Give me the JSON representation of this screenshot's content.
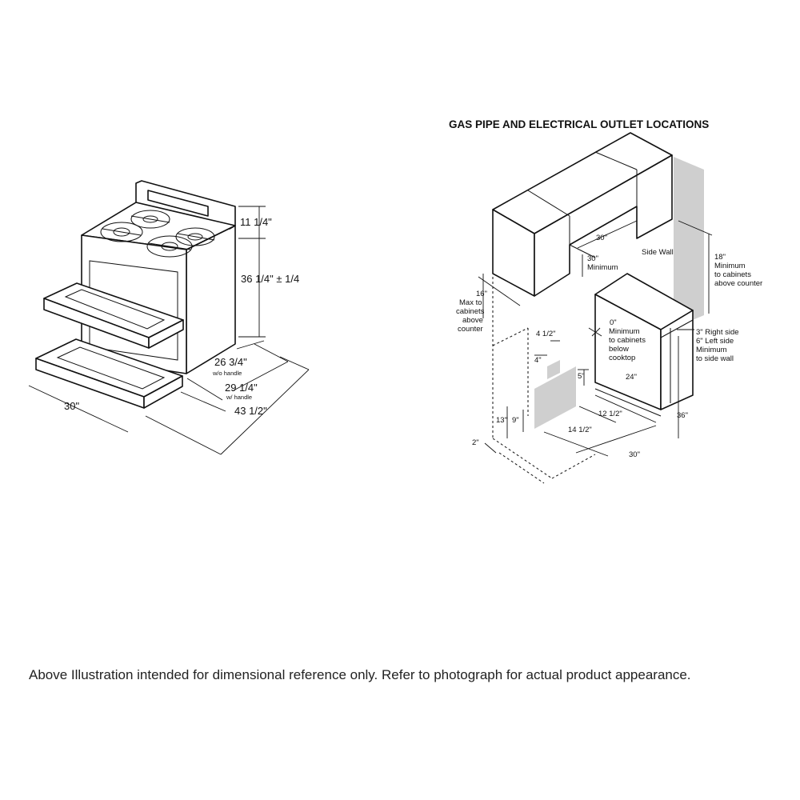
{
  "range": {
    "dims": {
      "backguard": "11 1/4\"",
      "height": "36 1/4\" ± 1/4",
      "depth_wo_handle": "26 3/4\"",
      "wo_handle": "w/o handle",
      "depth_w_handle": "29 1/4\"",
      "w_handle": "w/ handle",
      "depth_door_open": "43 1/2\"",
      "width": "30\""
    }
  },
  "install": {
    "title": "GAS PIPE AND ELECTRICAL OUTLET LOCATIONS",
    "cabinet_width": "30\"",
    "min_30": [
      "30\"",
      "Minimum"
    ],
    "side_wall": "Side Wall",
    "above_18": [
      "18\"",
      "Minimum",
      "to cabinets",
      "above counter"
    ],
    "max_16": [
      "16\"",
      "Max to",
      "cabinets",
      "above",
      "counter"
    ],
    "zero_min": [
      "0\"",
      "Minimum",
      "to cabinets",
      "below",
      "cooktop"
    ],
    "side_clear": [
      "3\" Right side",
      "6\" Left side",
      "Minimum",
      "to side wall"
    ],
    "d4_5": "4 1/2\"",
    "d4": "4\"",
    "d5": "5\"",
    "d24": "24\"",
    "d13": "13\"",
    "d9": "9\"",
    "d12_5": "12 1/2\"",
    "d14_5": "14 1/2\"",
    "d36": "36\"",
    "d2": "2\"",
    "d30b": "30\""
  },
  "footnote": "Above Illustration intended for dimensional reference only. Refer to photograph for actual product appearance."
}
